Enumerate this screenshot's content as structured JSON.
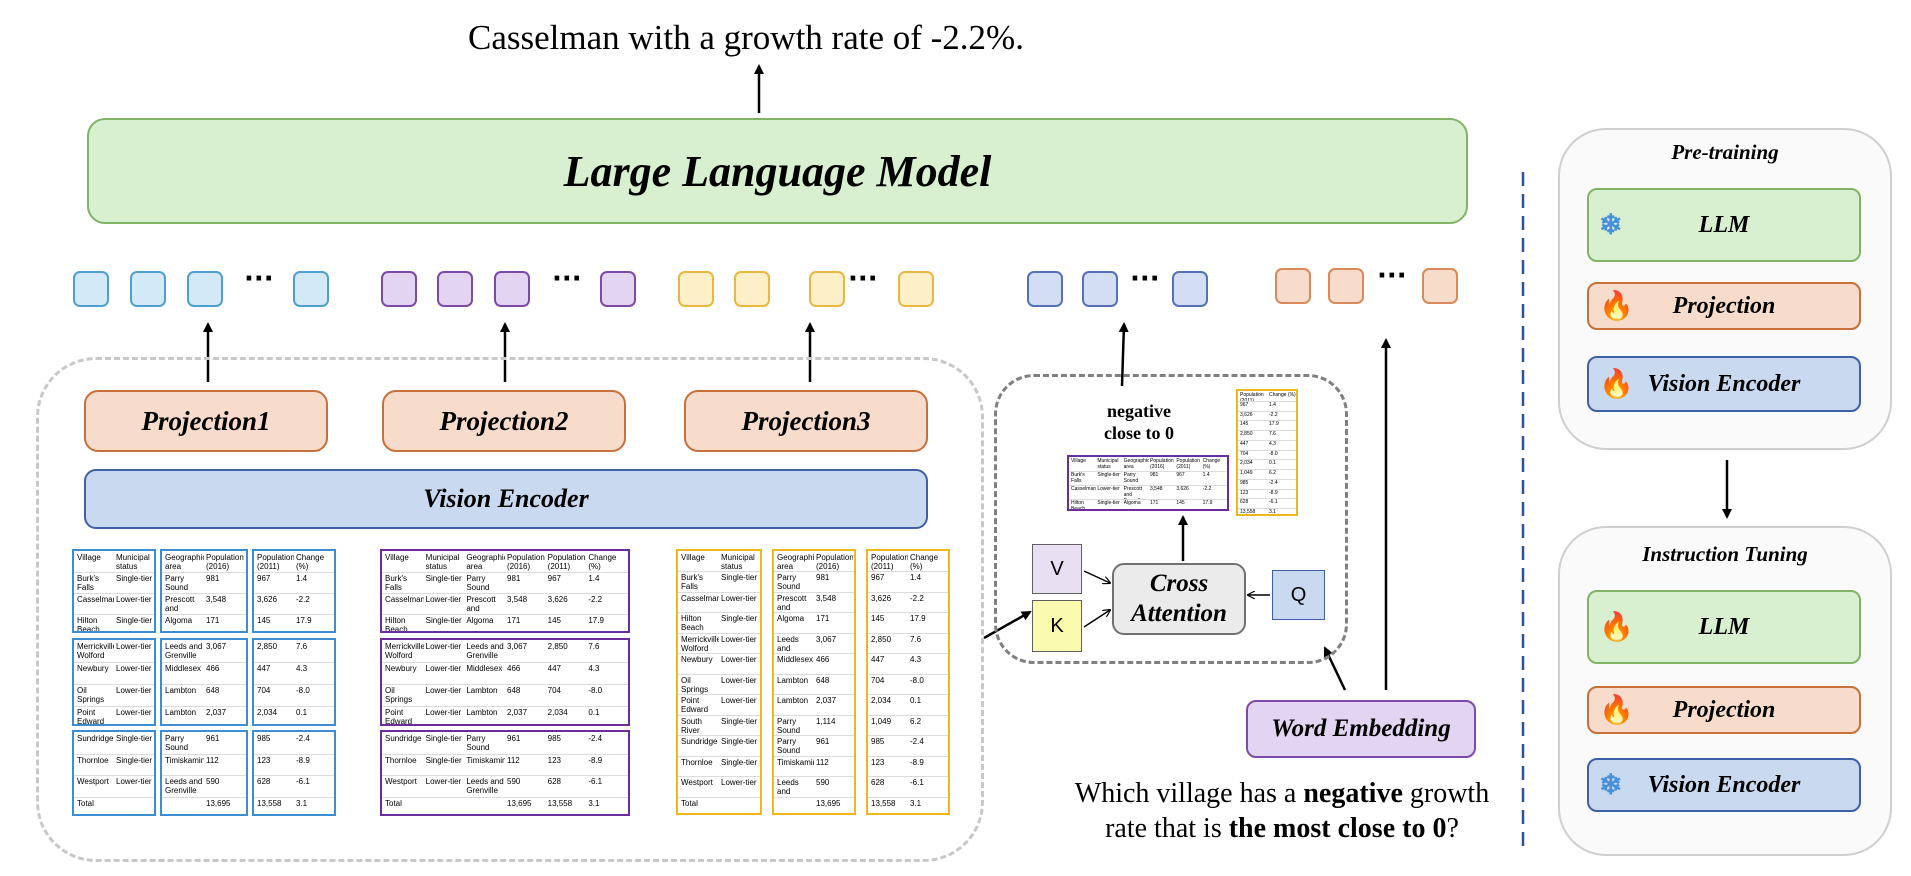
{
  "output_text": "Casselman with a growth rate of -2.2%.",
  "llm_label": "Large Language Model",
  "projections": [
    "Projection1",
    "Projection2",
    "Projection3"
  ],
  "vision_encoder_label": "Vision Encoder",
  "word_embedding_label": "Word Embedding",
  "question": {
    "line1_pre": "Which village has a ",
    "line1_bold": "negative",
    "line1_post": " growth",
    "line2_pre": "rate that is ",
    "line2_bold": "the most close to 0",
    "line2_post": "?"
  },
  "cross_attention": {
    "label_line1": "Cross",
    "label_line2": "Attention",
    "v": "V",
    "k": "K",
    "q": "Q",
    "hint_line1": "negative",
    "hint_line2": "close to 0"
  },
  "dots": "···",
  "table": {
    "headers": [
      "Village",
      "Municipal status",
      "Geographic area",
      "Population (2016)",
      "Population (2011)",
      "Change (%)"
    ],
    "rows": [
      [
        "Burk's Falls",
        "Single-tier",
        "Parry Sound",
        "981",
        "967",
        "1.4"
      ],
      [
        "Casselman",
        "Lower-tier",
        "Prescott and Russell",
        "3,548",
        "3,626",
        "-2.2"
      ],
      [
        "Hilton Beach",
        "Single-tier",
        "Algoma",
        "171",
        "145",
        "17.9"
      ],
      [
        "Merrickville-Wolford",
        "Lower-tier",
        "Leeds and Grenville",
        "3,067",
        "2,850",
        "7.6"
      ],
      [
        "Newbury",
        "Lower-tier",
        "Middlesex",
        "466",
        "447",
        "4.3"
      ],
      [
        "Oil Springs",
        "Lower-tier",
        "Lambton",
        "648",
        "704",
        "-8.0"
      ],
      [
        "Point Edward",
        "Lower-tier",
        "Lambton",
        "2,037",
        "2,034",
        "0.1"
      ],
      [
        "Sundridge",
        "Single-tier",
        "Parry Sound",
        "961",
        "985",
        "-2.4"
      ],
      [
        "Thornloe",
        "Single-tier",
        "Timiskaming",
        "112",
        "123",
        "-8.9"
      ],
      [
        "Westport",
        "Lower-tier",
        "Leeds and Grenville",
        "590",
        "628",
        "-6.1"
      ],
      [
        "Total",
        "",
        "",
        "13,695",
        "13,558",
        "3.1"
      ]
    ],
    "yellow_extra_rows": [
      [
        "South River",
        "Single-tier",
        "Parry Sound",
        "1,114",
        "1,049",
        "6.2"
      ]
    ]
  },
  "training": {
    "pretraining": {
      "title": "Pre-training",
      "items": [
        {
          "label": "LLM",
          "icon": "snowflake-icon"
        },
        {
          "label": "Projection",
          "icon": "fire-icon"
        },
        {
          "label": "Vision Encoder",
          "icon": "fire-icon"
        }
      ]
    },
    "instruction": {
      "title": "Instruction Tuning",
      "items": [
        {
          "label": "LLM",
          "icon": "fire-icon"
        },
        {
          "label": "Projection",
          "icon": "fire-icon"
        },
        {
          "label": "Vision Encoder",
          "icon": "snowflake-icon"
        }
      ]
    }
  },
  "colors": {
    "llm": "#d9f0d0",
    "projection": "#f8dccb",
    "vision_encoder": "#c9d9f0",
    "word_embedding": "#e3d4f2"
  }
}
